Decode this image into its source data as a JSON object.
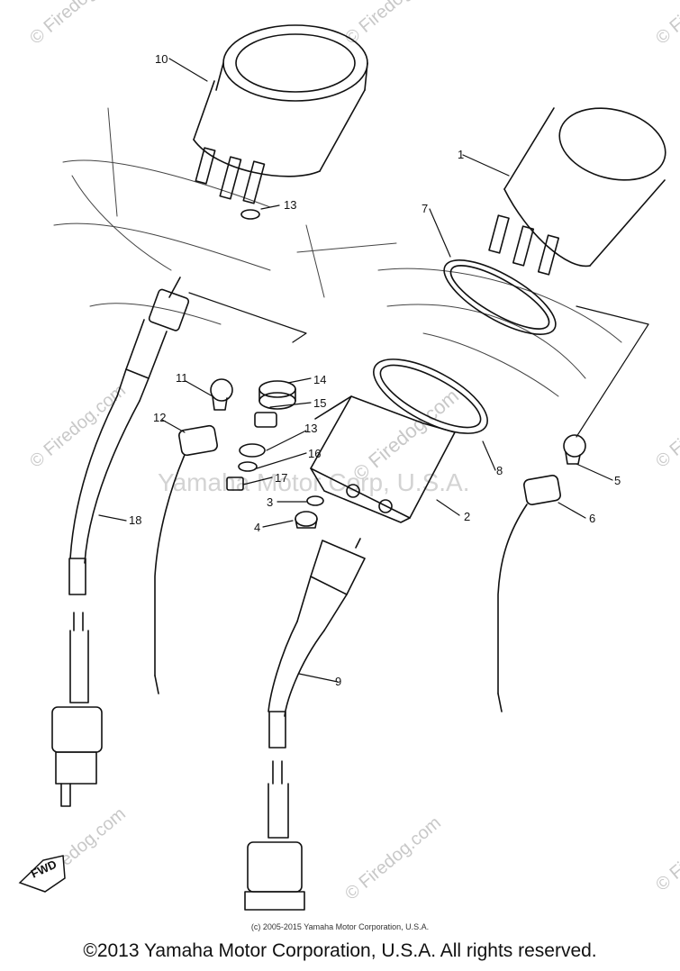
{
  "parts": {
    "p1": "1",
    "p2": "2",
    "p3": "3",
    "p4": "4",
    "p5": "5",
    "p6": "6",
    "p7": "7",
    "p8": "8",
    "p9": "9",
    "p10": "10",
    "p11": "11",
    "p12": "12",
    "p13a": "13",
    "p13b": "13",
    "p14": "14",
    "p15": "15",
    "p16": "16",
    "p17": "17",
    "p18": "18"
  },
  "fwd_label": "FWD",
  "watermarks": {
    "center": "Yamaha Motor Corp, U.S.A.",
    "firedog_main": "© Firedog.com",
    "firedog": "© Firedog.com"
  },
  "small_copyright": "(c) 2005-2015 Yamaha Motor Corporation, U.S.A.",
  "main_copyright": "©2013 Yamaha Motor Corporation, U.S.A. All rights reserved."
}
